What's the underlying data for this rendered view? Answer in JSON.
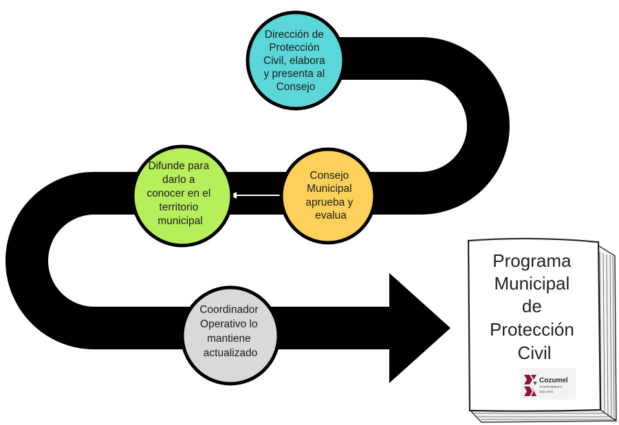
{
  "colors": {
    "path": "#000000",
    "step1": "#5bd7da",
    "step2": "#fcd15b",
    "step3": "#b7ee5b",
    "step4": "#d9d9d9",
    "arrow_link": "#ffffff",
    "logo_accent": "#8a1538"
  },
  "steps": [
    {
      "lines": [
        "Dirección de",
        "Protección",
        "Civil, elabora",
        "y presenta al",
        "Consejo"
      ]
    },
    {
      "lines": [
        "Consejo",
        "Municipal",
        "aprueba y",
        "evalua"
      ]
    },
    {
      "lines": [
        "Difunde para",
        "darlo a",
        "conocer en el",
        "territorio",
        "municipal"
      ]
    },
    {
      "lines": [
        "Coordinador",
        "Operativo lo",
        "mantiene",
        "actualizado"
      ]
    }
  ],
  "book": {
    "title_lines": [
      "Programa",
      "Municipal",
      "de",
      "Protección",
      "Civil"
    ],
    "logo": {
      "name": "Cozumel",
      "sub": "AYUNTAMIENTO",
      "years": "2021-2024"
    }
  }
}
